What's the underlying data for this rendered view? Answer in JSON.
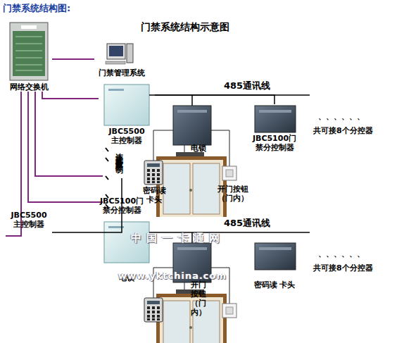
{
  "diagram": {
    "title": "门禁系统结构图:",
    "nodes": [
      {
        "text": [
          "网络交换机"
        ]
      },
      {
        "text": [
          "门禁管理系统"
        ]
      },
      {
        "text": [
          "JBC5500 主控制器"
        ]
      },
      {
        "text": [
          "JBC5100门 禁分控制器"
        ]
      },
      {
        "text": [
          "电锁"
        ]
      },
      {
        "text": [
          "密码读 卡头"
        ]
      },
      {
        "text": [
          "开门按钮 （门内）"
        ]
      },
      {
        "text": [
          "JBC5500 主控制器"
        ]
      },
      {
        "text": [
          "JBC5100门 禁分控制器"
        ]
      },
      {
        "text": [
          "电锁"
        ]
      },
      {
        "text": [
          "密码读 卡头"
        ]
      },
      {
        "text": [
          "开门按钮 （门内）"
        ]
      }
    ],
    "edges": [
      {
        "from": 0,
        "to": 1,
        "arrow": "none"
      },
      {
        "from": 0,
        "to": 2,
        "arrow": "none"
      },
      {
        "from": 0,
        "to": 7,
        "arrow": "none"
      },
      {
        "from": 2,
        "to": 3,
        "arrow": "none",
        "label": "485通讯线"
      },
      {
        "from": 7,
        "to": 8,
        "arrow": "none",
        "label": "485通讯线"
      }
    ],
    "labels": [
      "门禁系统结构示意图",
      "、、、、、、",
      "共可接8个分控器",
      "连接无数量限制",
      "、、、、、、",
      "共可接8个分控器",
      "中 国 一 卡 通 网",
      "www.yktchina.com"
    ]
  }
}
